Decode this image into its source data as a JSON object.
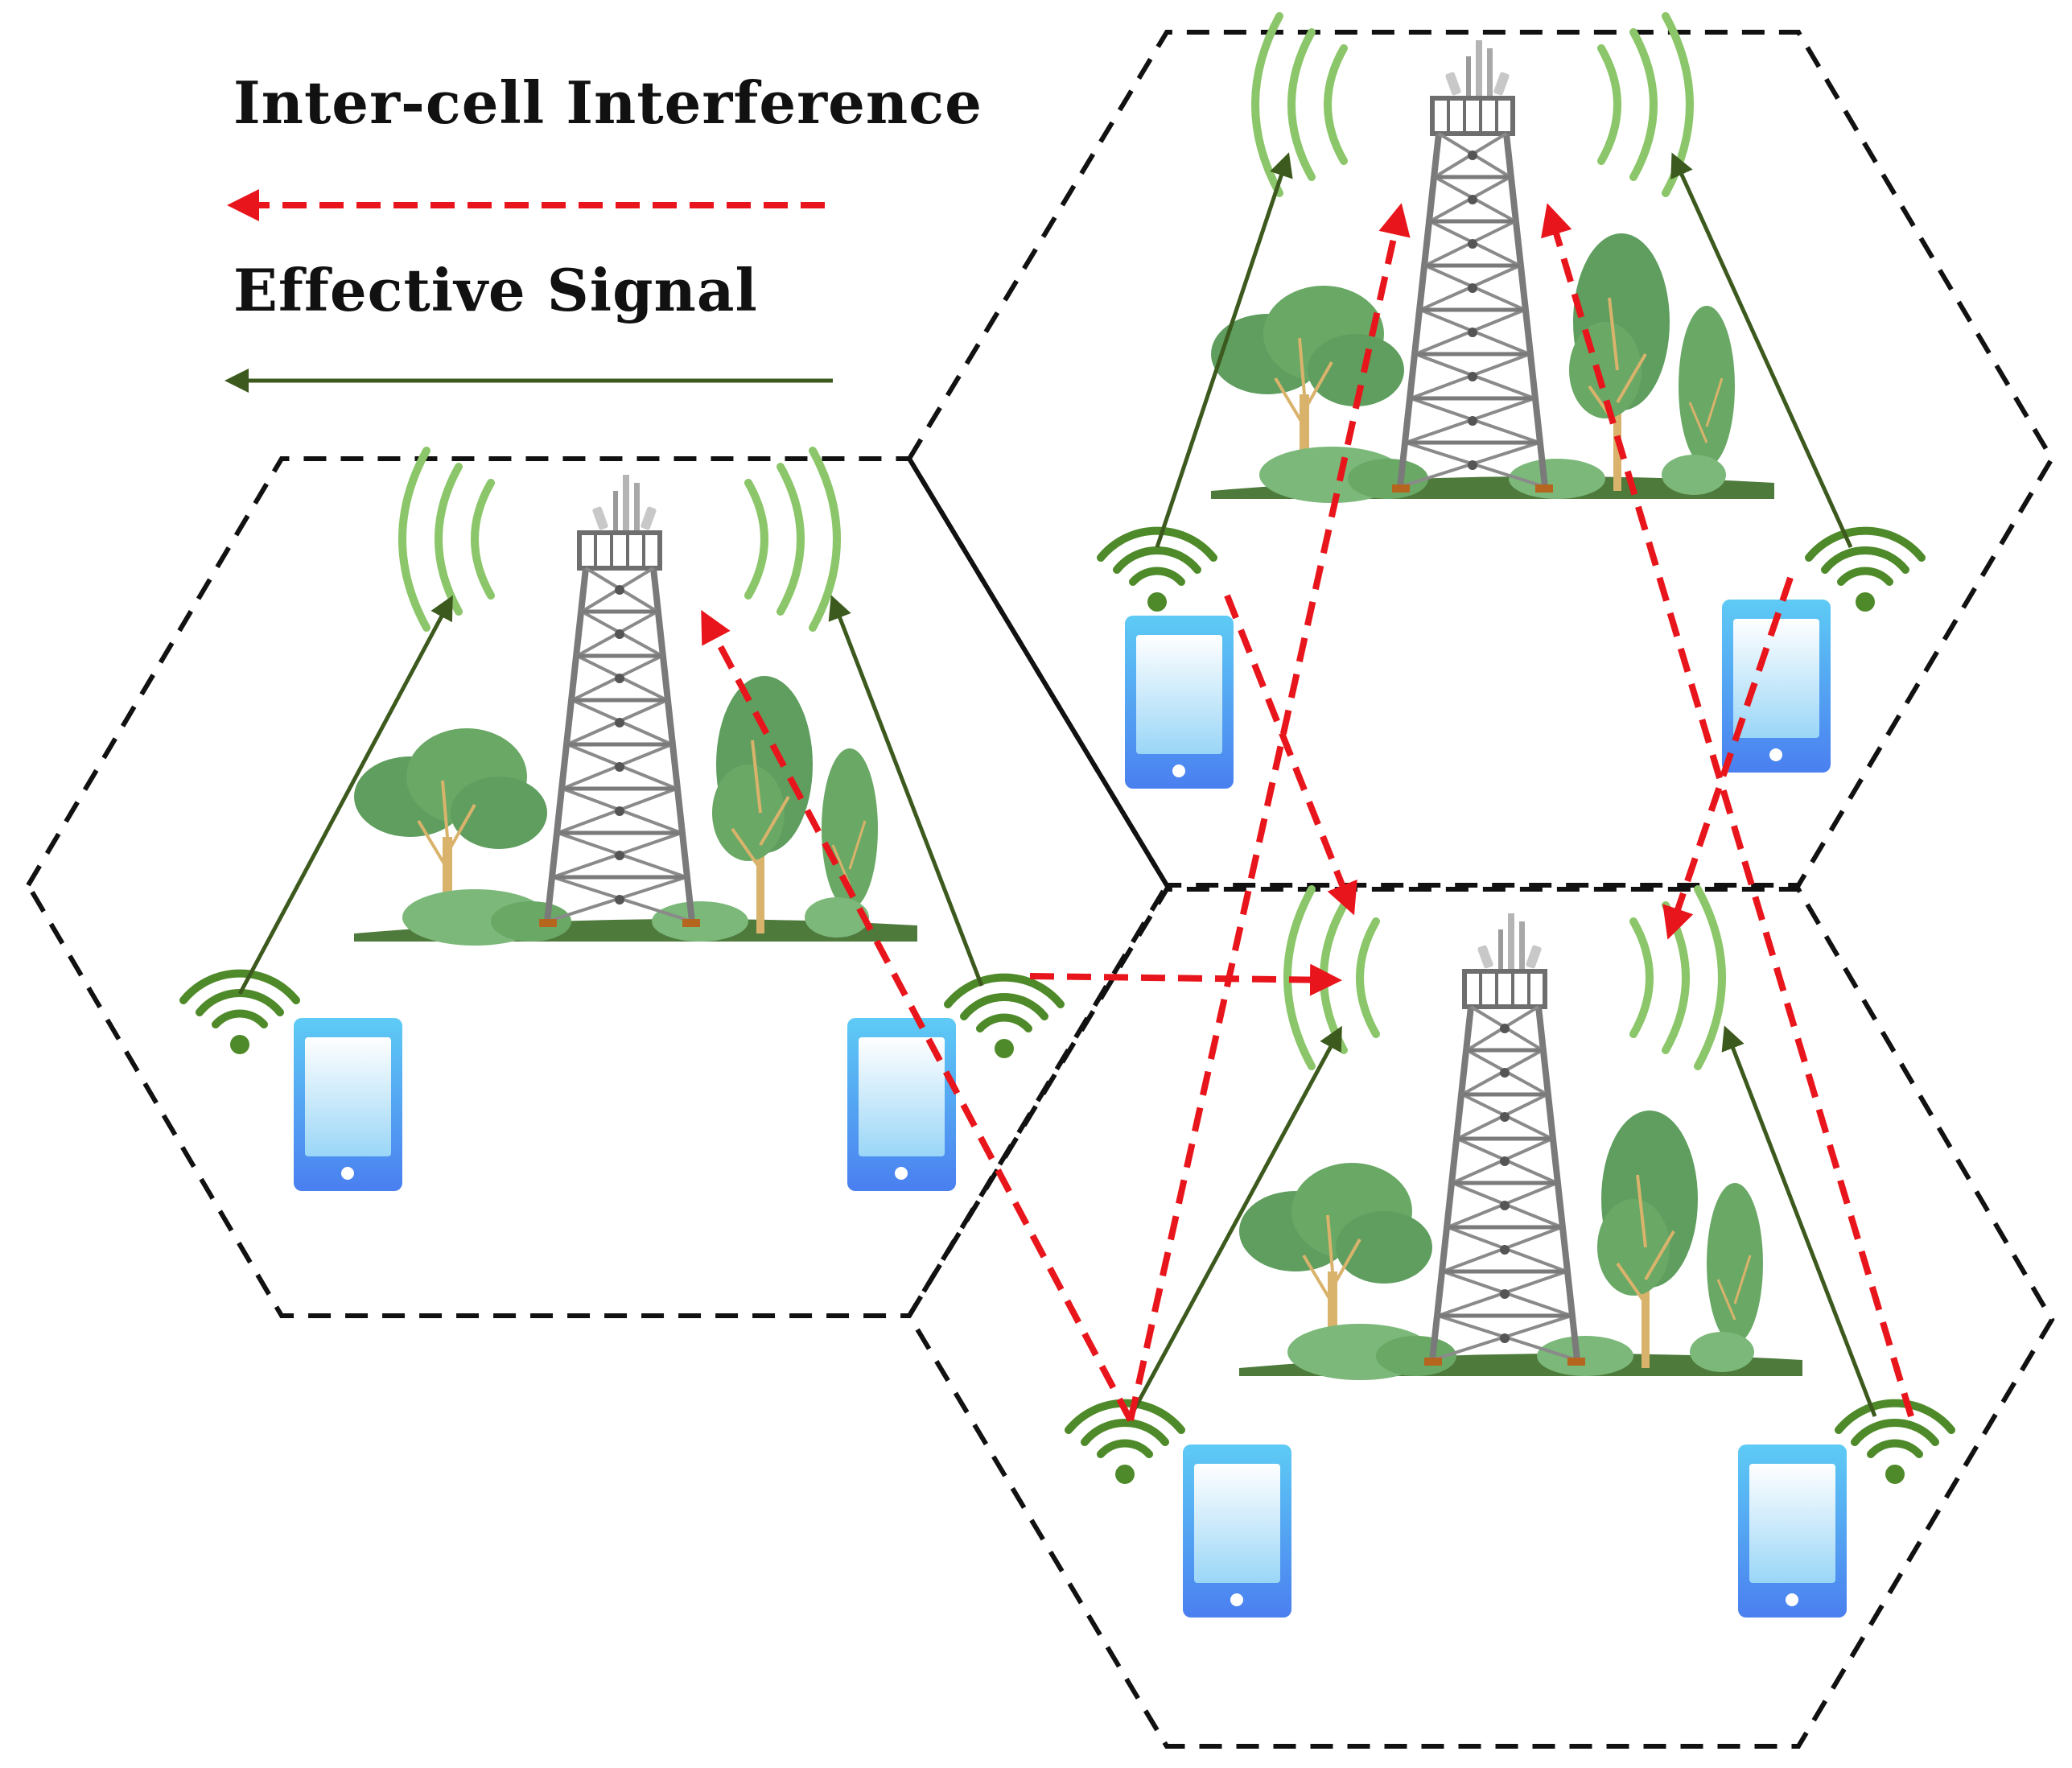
{
  "legend": {
    "interference_label": "Inter-cell Interference",
    "signal_label": "Effective Signal"
  },
  "colors": {
    "interference": "#e8161c",
    "signal": "#3d5a1e",
    "cell_border": "#111111",
    "wave": "#8cc66a",
    "phone_top": "#5ecbf5",
    "phone_bottom": "#4a7ff0",
    "wifi": "#4f8a2a",
    "tree_dark": "#5f9e5f",
    "tree_light": "#7bb879",
    "trunk": "#d9b36b",
    "ground": "#4e7a3c",
    "tower": "#7a7a7a"
  },
  "cells": [
    {
      "name": "left-cell",
      "phones": 2
    },
    {
      "name": "top-right-cell",
      "phones": 2
    },
    {
      "name": "bottom-right-cell",
      "phones": 2
    }
  ],
  "icons": [
    "cell-tower-icon",
    "smartphone-icon",
    "wifi-icon",
    "tree-icon",
    "signal-wave-icon"
  ]
}
